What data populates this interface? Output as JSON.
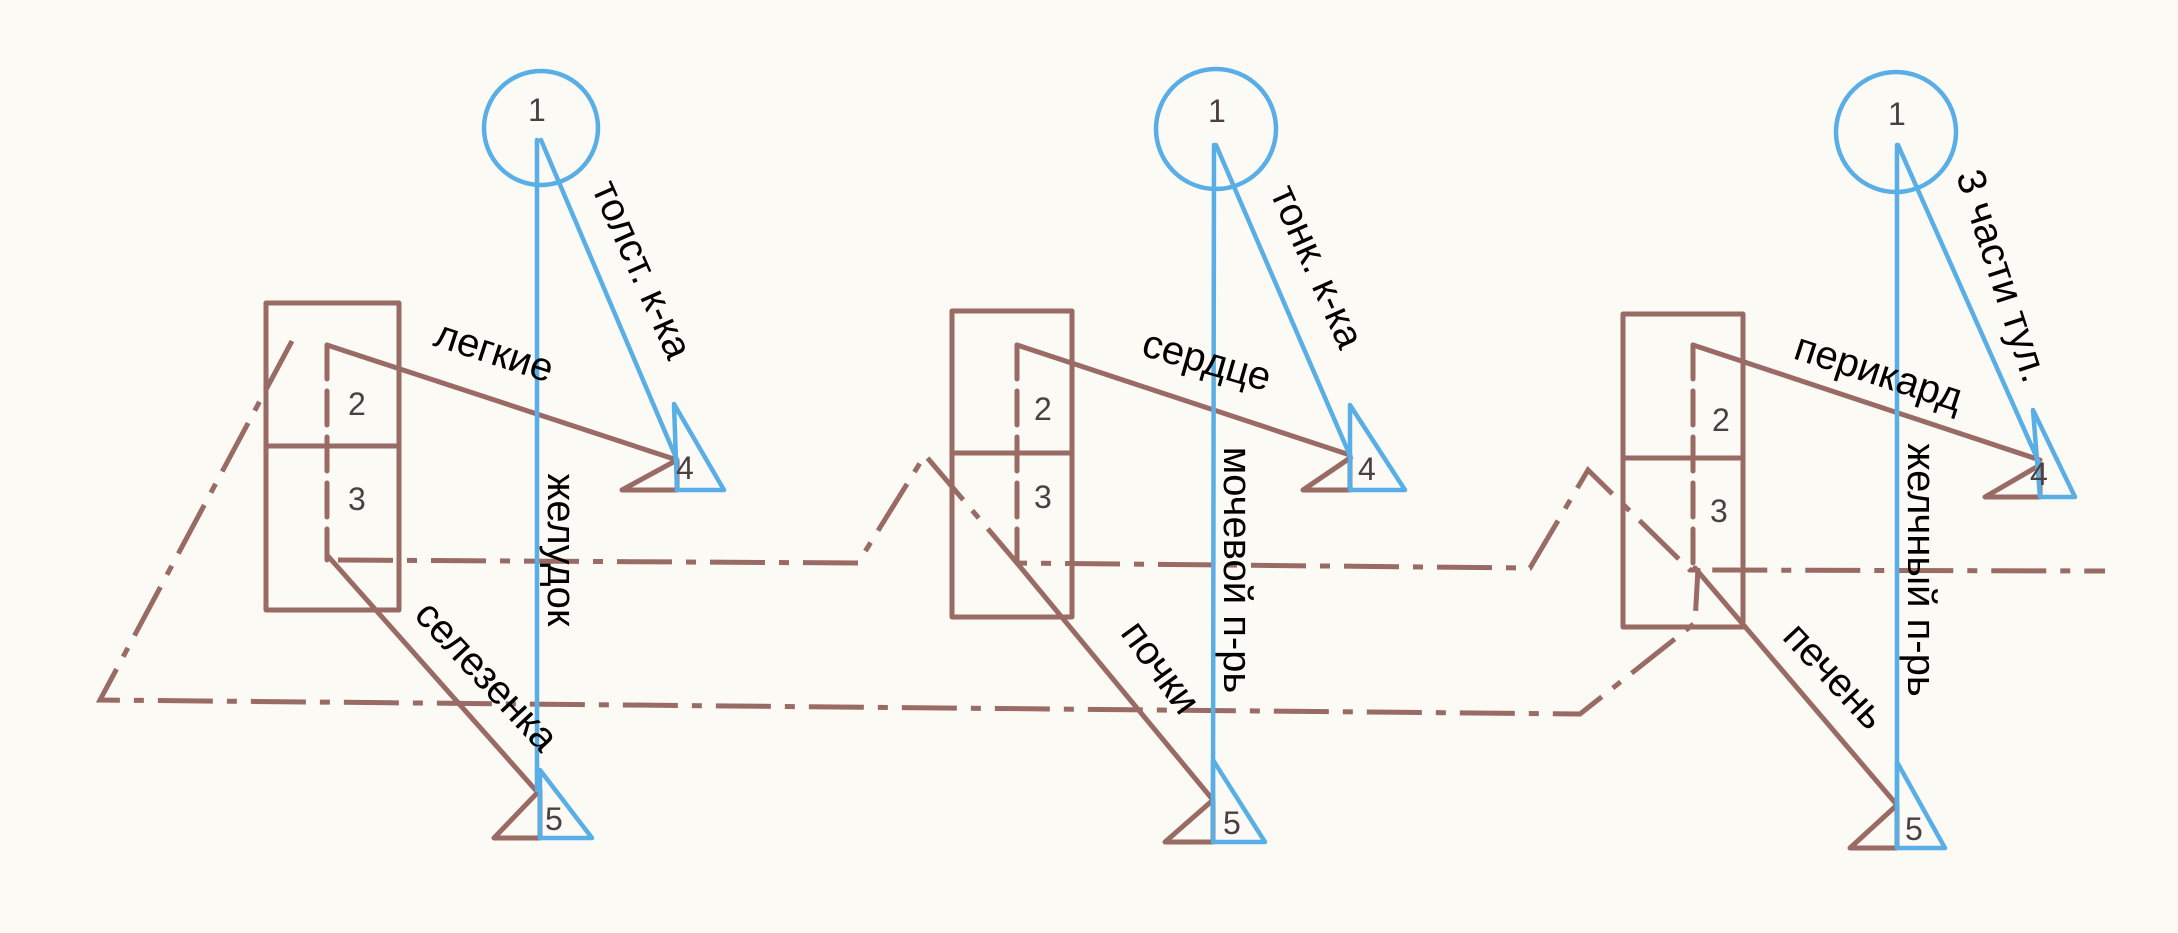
{
  "numbers": {
    "n1": "1",
    "n2": "2",
    "n3": "3",
    "n4": "4",
    "n5": "5"
  },
  "groups": [
    {
      "top": "легкие",
      "diagonal": "толст. к-ка",
      "vertical": "желудок",
      "bottom": "селезенка"
    },
    {
      "top": "сердце",
      "diagonal": "тонк. к-ка",
      "vertical": "мочевой п-рь",
      "bottom": "почки"
    },
    {
      "top": "перикард",
      "diagonal": "3 части тул.",
      "vertical": "желчный п-рь",
      "bottom": "печень"
    }
  ],
  "colors": {
    "brown": "#9a6a64",
    "blue": "#5aaee6",
    "paper": "#fbfaf5"
  }
}
